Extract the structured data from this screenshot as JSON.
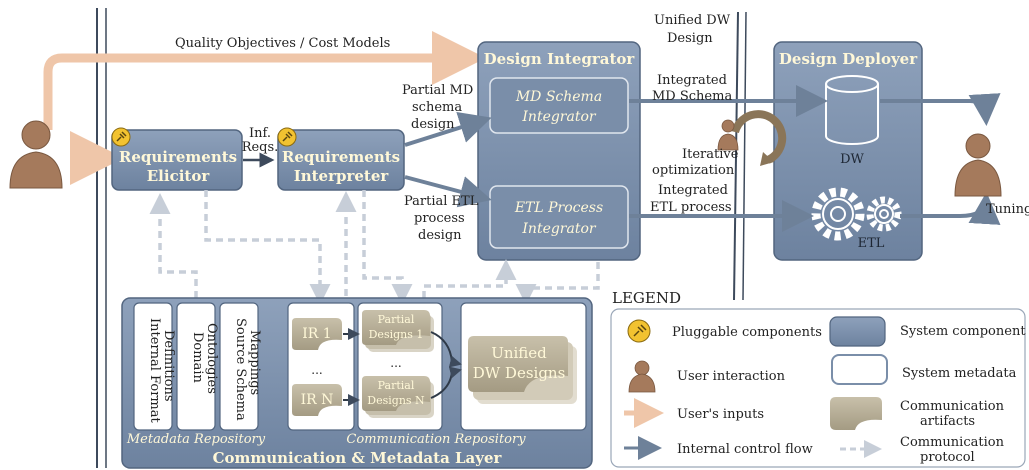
{
  "labels": {
    "quality_objectives": "Quality Objectives / Cost Models",
    "inf_reqs_1": "Inf.",
    "inf_reqs_2": "Reqs.",
    "partial_md_1": "Partial MD",
    "partial_md_2": "schema",
    "partial_md_3": "design",
    "partial_etl_1": "Partial ETL",
    "partial_etl_2": "process",
    "partial_etl_3": "design",
    "unified_dw_1": "Unified DW",
    "unified_dw_2": "Design",
    "integrated_md_1": "Integrated",
    "integrated_md_2": "MD Schema",
    "iterative_1": "Iterative",
    "iterative_2": "optimization",
    "integrated_etl_1": "Integrated",
    "integrated_etl_2": "ETL process",
    "tuning": "Tuning",
    "dw": "DW",
    "etl": "ETL"
  },
  "components": {
    "requirements_elicitor_1": "Requirements",
    "requirements_elicitor_2": "Elicitor",
    "requirements_interpreter_1": "Requirements",
    "requirements_interpreter_2": "Interpreter",
    "design_integrator": "Design Integrator",
    "md_schema_integrator_1": "MD Schema",
    "md_schema_integrator_2": "Integrator",
    "etl_process_integrator_1": "ETL Process",
    "etl_process_integrator_2": "Integrator",
    "design_deployer": "Design Deployer"
  },
  "layer": {
    "title": "Communication & Metadata Layer",
    "metadata_repository": "Metadata Repository",
    "communication_repository": "Communication Repository",
    "internal_format_1": "Internal Format",
    "internal_format_2": "Definitions",
    "domain_1": "Domain",
    "domain_2": "Ontologies",
    "source_schema_1": "Source Schema",
    "source_schema_2": "Mappings",
    "ir1": "IR 1",
    "ir_dots": "...",
    "irn": "IR N",
    "partial_designs_1a": "Partial",
    "partial_designs_1b": "Designs 1",
    "partial_dots": "...",
    "partial_designs_na": "Partial",
    "partial_designs_nb": "Designs N",
    "unified_1": "Unified",
    "unified_2": "DW Designs"
  },
  "legend": {
    "title": "LEGEND",
    "pluggable": "Pluggable components",
    "system_component": "System component",
    "user_interaction": "User interaction",
    "system_metadata": "System metadata",
    "users_inputs": "User's inputs",
    "comm_artifacts_1": "Communication",
    "comm_artifacts_2": "artifacts",
    "internal_flow": "Internal control flow",
    "comm_protocol_1": "Communication",
    "comm_protocol_2": "protocol"
  },
  "colors": {
    "component": "#7f93ae",
    "component_dark": "#5e7390",
    "user_input": "#efc6a9",
    "control_flow": "#6e8199",
    "protocol": "#c7ced8",
    "artifact": "#b3aa92",
    "person": "#a57a5c",
    "plug": "#f2c230"
  }
}
